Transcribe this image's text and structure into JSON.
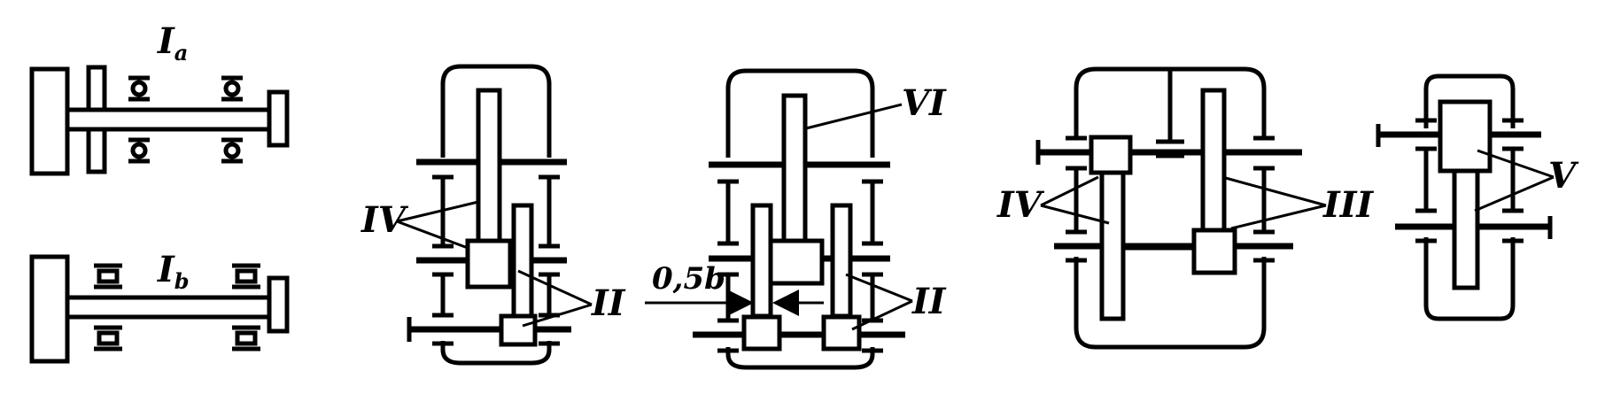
{
  "colors": {
    "ink": "#000000",
    "paper": "#ffffff"
  },
  "labels": {
    "shaft_a": {
      "main": "I",
      "sub": "a"
    },
    "shaft_b": {
      "main": "I",
      "sub": "b"
    },
    "g2_left": "IV",
    "g2_right": "II",
    "g3_dim": "0,5b",
    "g3_top": "VI",
    "g3_right": "II",
    "g4_left": "IV",
    "g4_right": "III",
    "g5_right": "V"
  }
}
